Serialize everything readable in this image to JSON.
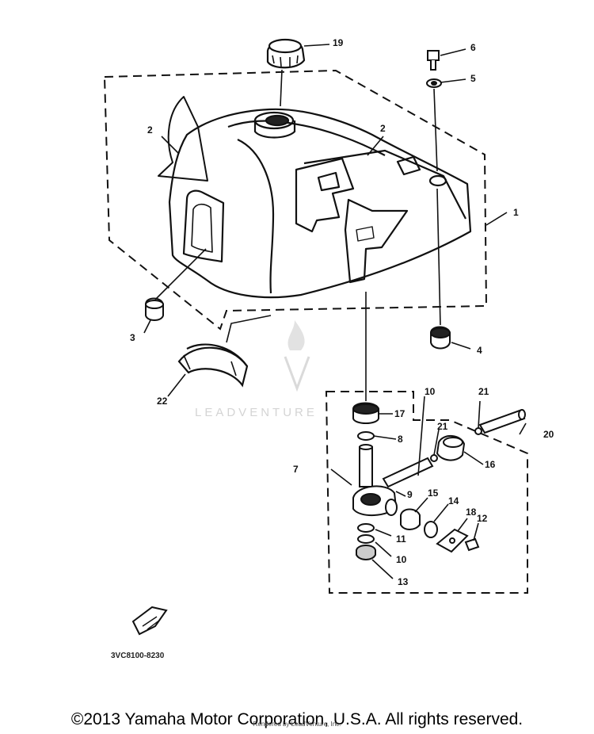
{
  "callouts": {
    "n19": "19",
    "n6": "6",
    "n5": "5",
    "n2a": "2",
    "n2b": "2",
    "n1": "1",
    "n3": "3",
    "n4": "4",
    "n22": "22",
    "n10a": "10",
    "n21a": "21",
    "n17": "17",
    "n20": "20",
    "n8": "8",
    "n21b": "21",
    "n16": "16",
    "n7": "7",
    "n9": "9",
    "n15": "15",
    "n14": "14",
    "n18": "18",
    "n12": "12",
    "n11": "11",
    "n10b": "10",
    "n13": "13"
  },
  "diagram_code": "3VC8100-8230",
  "watermark": "LEADVENTURE",
  "copyright": "©2013 Yamaha Motor Corporation, U.S.A. All rights reserved.",
  "rendered_by": "Rendered by LeadVenture, Inc.",
  "colors": {
    "ink": "#111111",
    "watermark": "#d4d4d4",
    "background": "#ffffff"
  }
}
